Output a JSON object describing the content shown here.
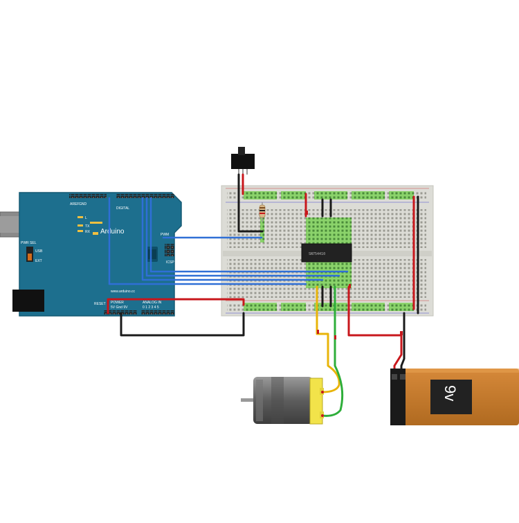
{
  "arduino": {
    "brand": "Arduino",
    "url": "www.arduino.cc",
    "digital_label": "DIGITAL",
    "pwm_label": "PWM",
    "tx_label": "TX",
    "rx_label": "RX",
    "l_label": "L",
    "icsp_label": "ICSP",
    "usb_label": "USB",
    "ext_label": "EXT",
    "pwr_sel_label": "PWR SEL",
    "power_label": "POWER",
    "power_pins": "5V Gnd 9V",
    "analog_label": "ANALOG IN",
    "analog_pins": "0 1 2 3 4 5",
    "reset_label": "RESET",
    "aref_label": "AREF",
    "gnd_label": "GND"
  },
  "chip": {
    "label": "SN754410"
  },
  "battery": {
    "label": "9v"
  },
  "colors": {
    "arduino_board": "#1d6f8e",
    "breadboard": "#dcdcd6",
    "wire_blue": "#2f6fd6",
    "wire_red": "#c8171c",
    "wire_black": "#1a1a1a",
    "wire_yellow": "#e8b40a",
    "wire_green": "#2eae3a",
    "battery_body": "#c97a2a"
  }
}
